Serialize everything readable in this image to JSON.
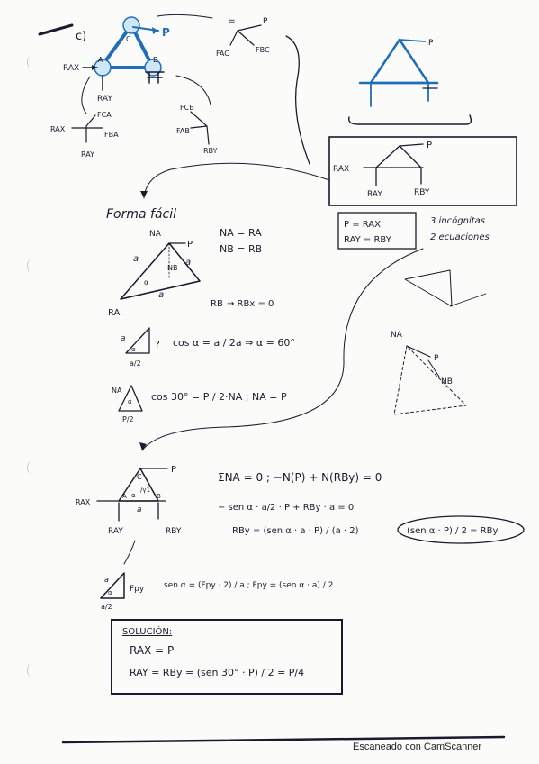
{
  "section_label": "c)",
  "top": {
    "p": "P",
    "rax": "RAX",
    "ray": "RAY",
    "a": "A",
    "b": "B",
    "c": "C",
    "fac": "FAC",
    "fbc": "FBC",
    "eq": "=",
    "rax2": "RAX",
    "fca": "FCA",
    "fba": "FBA",
    "ray2": "RAY",
    "fcb": "FCB",
    "fab": "FAB",
    "rby": "RBY"
  },
  "box1": {
    "p": "P",
    "rax": "RAX",
    "ray": "RAY",
    "rby": "RBY"
  },
  "p_eq": "P = RAX",
  "ray_eq": "RAY = RBY",
  "unknowns": "3 incógnitas",
  "equations": "2 ecuaciones",
  "forma_facil": "Forma fácil",
  "mid": {
    "na": "NA",
    "p": "P",
    "nb": "NB",
    "a_side_left": "a",
    "a_side_right": "a",
    "a_base": "a",
    "alpha": "α",
    "ra": "RA",
    "rb": "RB",
    "rbx": "→ RBx = 0",
    "eq_na": "NA = RA",
    "eq_nb": "NB = RB"
  },
  "cos_alpha": "cos α = a / 2a ⇒ α = 60°",
  "tri1": {
    "a": "a",
    "half": "a/2",
    "alpha": "α",
    "q": "?"
  },
  "cos30": "cos 30° = P / 2·NA ; NA = P",
  "tri2": {
    "na": "NA",
    "half": "P/2",
    "alpha": "α"
  },
  "right_sketch": {
    "na": "NA",
    "nb": "NB",
    "p": "P"
  },
  "lower": {
    "p": "P",
    "c": "C",
    "a": "A",
    "b": "B",
    "rax": "RAX",
    "ray": "RAY",
    "rby": "RBY",
    "a_base": "a",
    "alpha": "α",
    "gamma": "/γ1"
  },
  "sum_eq": "ΣNA = 0 ; −N(P) + N(RBy) = 0",
  "eq2": "− sen α · a/2 · P + RBy · a = 0",
  "rby_eq": "RBy = (sen α · a · P) / (a · 2)",
  "rby_boxed": "(sen α · P) / 2 = RBy",
  "tri3": {
    "a": "a",
    "half": "a/2",
    "fpy": "Fpy",
    "alpha": "α"
  },
  "sen_eq": "sen α = (Fpy · 2) / a ; Fpy = (sen α · a) / 2",
  "solution": {
    "title": "SOLUCIÓN:",
    "line1": "RAX = P",
    "line2": "RAY = RBy = (sen 30° · P) / 2 = P/4"
  },
  "footer": "Escaneado con CamScanner",
  "colors": {
    "ink": "#1a1a2e",
    "blue": "#1f6fb8",
    "paper": "#fbfbfa"
  }
}
